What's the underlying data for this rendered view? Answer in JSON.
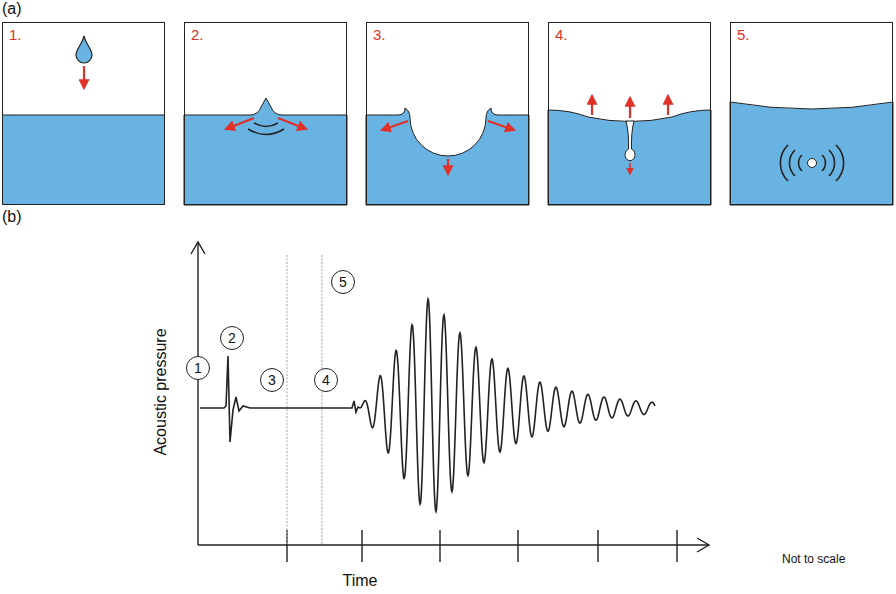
{
  "diagram": {
    "nodes": [
      {
        "text": [
          "1."
        ]
      },
      {
        "text": [
          "2."
        ]
      },
      {
        "text": [
          "3."
        ]
      },
      {
        "text": [
          "4."
        ]
      },
      {
        "text": [
          "5."
        ]
      },
      {
        "text": [
          "1"
        ]
      },
      {
        "text": [
          "2"
        ]
      },
      {
        "text": [
          "3"
        ]
      },
      {
        "text": [
          "4"
        ]
      },
      {
        "text": [
          "5"
        ]
      }
    ],
    "edges": [],
    "labels": [
      "(a)",
      "(b)",
      "Acoustic pressure",
      "Time",
      "Not to scale"
    ]
  }
}
